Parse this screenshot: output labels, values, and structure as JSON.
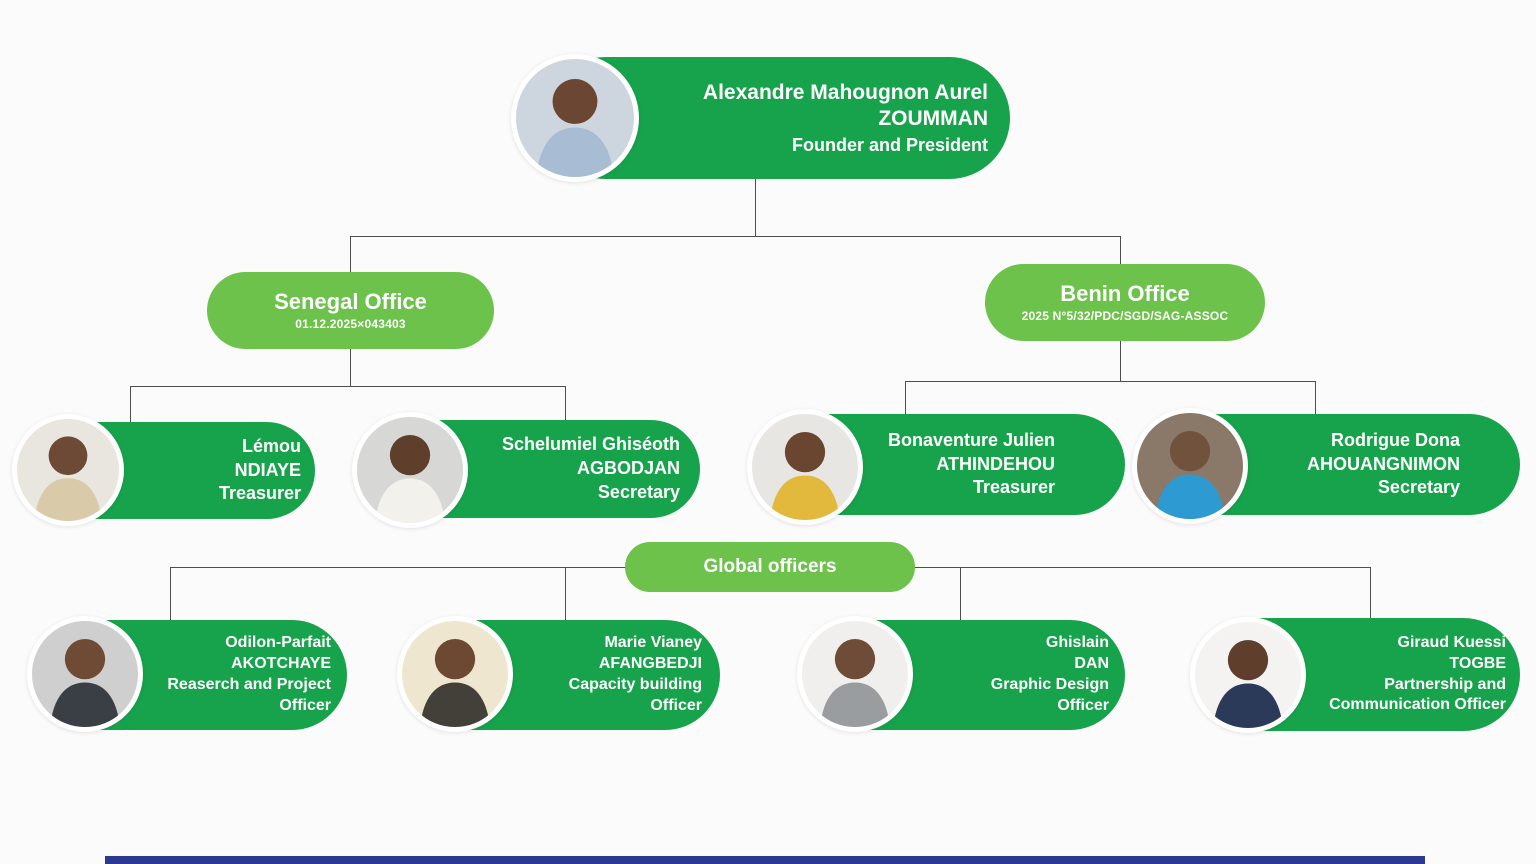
{
  "colors": {
    "primary_green": "#17a34c",
    "light_green": "#6cc24a",
    "connector": "#4d4d4d",
    "footer_bar": "#2b3990",
    "text_on_green": "#ffffff"
  },
  "president": {
    "name": "Alexandre Mahougnon Aurel\nZOUMMAN",
    "title": "Founder and President"
  },
  "offices": {
    "senegal": {
      "name": "Senegal Office",
      "registration": "01.12.2025×043403"
    },
    "benin": {
      "name": "Benin Office",
      "registration": "2025 N°5/32/PDC/SGD/SAG-ASSOC"
    }
  },
  "senegal_members": [
    {
      "name": "Lémou\nNDIAYE",
      "role": "Treasurer"
    },
    {
      "name": "Schelumiel Ghiséoth\nAGBODJAN",
      "role": "Secretary"
    }
  ],
  "benin_members": [
    {
      "name": "Bonaventure Julien\nATHINDEHOU",
      "role": "Treasurer"
    },
    {
      "name": "Rodrigue Dona\nAHOUANGNIMON",
      "role": "Secretary"
    }
  ],
  "global_officers": {
    "label": "Global officers",
    "members": [
      {
        "name": "Odilon-Parfait\nAKOTCHAYE",
        "role": "Reaserch and Project\nOfficer"
      },
      {
        "name": "Marie Vianey\nAFANGBEDJI",
        "role": "Capacity building\nOfficer"
      },
      {
        "name": "Ghislain\nDAN",
        "role": "Graphic Design\nOfficer"
      },
      {
        "name": "Giraud Kuessi\nTOGBE",
        "role": "Partnership and\nCommunication Officer"
      }
    ]
  }
}
